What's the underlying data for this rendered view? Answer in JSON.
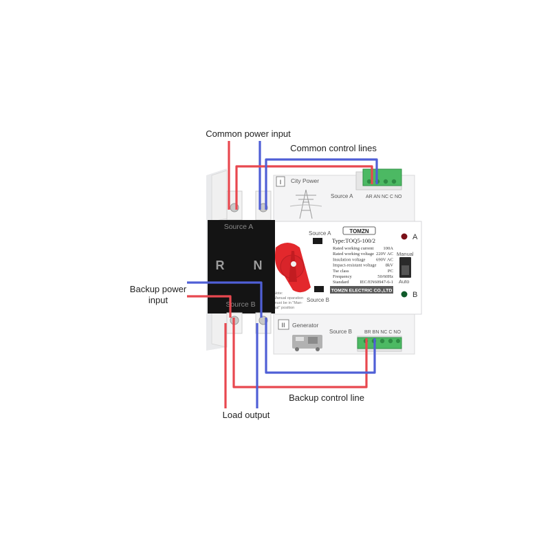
{
  "annotations": {
    "common_power_input": "Common power input",
    "common_control_lines": "Common control lines",
    "backup_power_input_1": "Backup power",
    "backup_power_input_2": "input",
    "backup_control_line": "Backup control line",
    "load_output": "Load output"
  },
  "left_block": {
    "source_a": "Source A",
    "source_b": "Source B",
    "r": "R",
    "n": "N"
  },
  "top_module": {
    "roman": "I",
    "name": "City Power",
    "source": "Source A",
    "terminals": "AR AN NC C NO"
  },
  "bottom_module": {
    "roman": "II",
    "name": "Generator",
    "source": "Source B",
    "terminals": "BR BN NC C NO"
  },
  "front": {
    "brand": "TOMZN",
    "type": "Type:TOQ5-100/2",
    "source_a": "Source A",
    "source_b": "Source B",
    "indicator_a": "A",
    "indicator_b": "B",
    "switch_top": "Manual",
    "switch_bottom": "Auto",
    "company": "TOMZN ELECTRIC CO.,LTD",
    "note": [
      "Note:",
      "Manual oparation",
      "must be in \"Man-",
      "ual\" position"
    ],
    "specs": [
      {
        "label": "Rated working current",
        "value": "100A"
      },
      {
        "label": "Rated working voltage",
        "value": "220V AC"
      },
      {
        "label": "Insulation voltage",
        "value": "690V AC"
      },
      {
        "label": "Impact-resistant voltage",
        "value": "8kV"
      },
      {
        "label": "Tse class",
        "value": "PC"
      },
      {
        "label": "Frequency",
        "value": "50/60Hz"
      },
      {
        "label": "Standard",
        "value": "IEC/EN60947-6-1"
      }
    ]
  },
  "colors": {
    "red_wire": "#e8484f",
    "blue_wire": "#4f5fd6",
    "knob": "#e3282c",
    "terminal_green": "#4cb963",
    "led_red": "#7a1018",
    "led_green": "#0f5a2a",
    "black_block": "#141414"
  }
}
